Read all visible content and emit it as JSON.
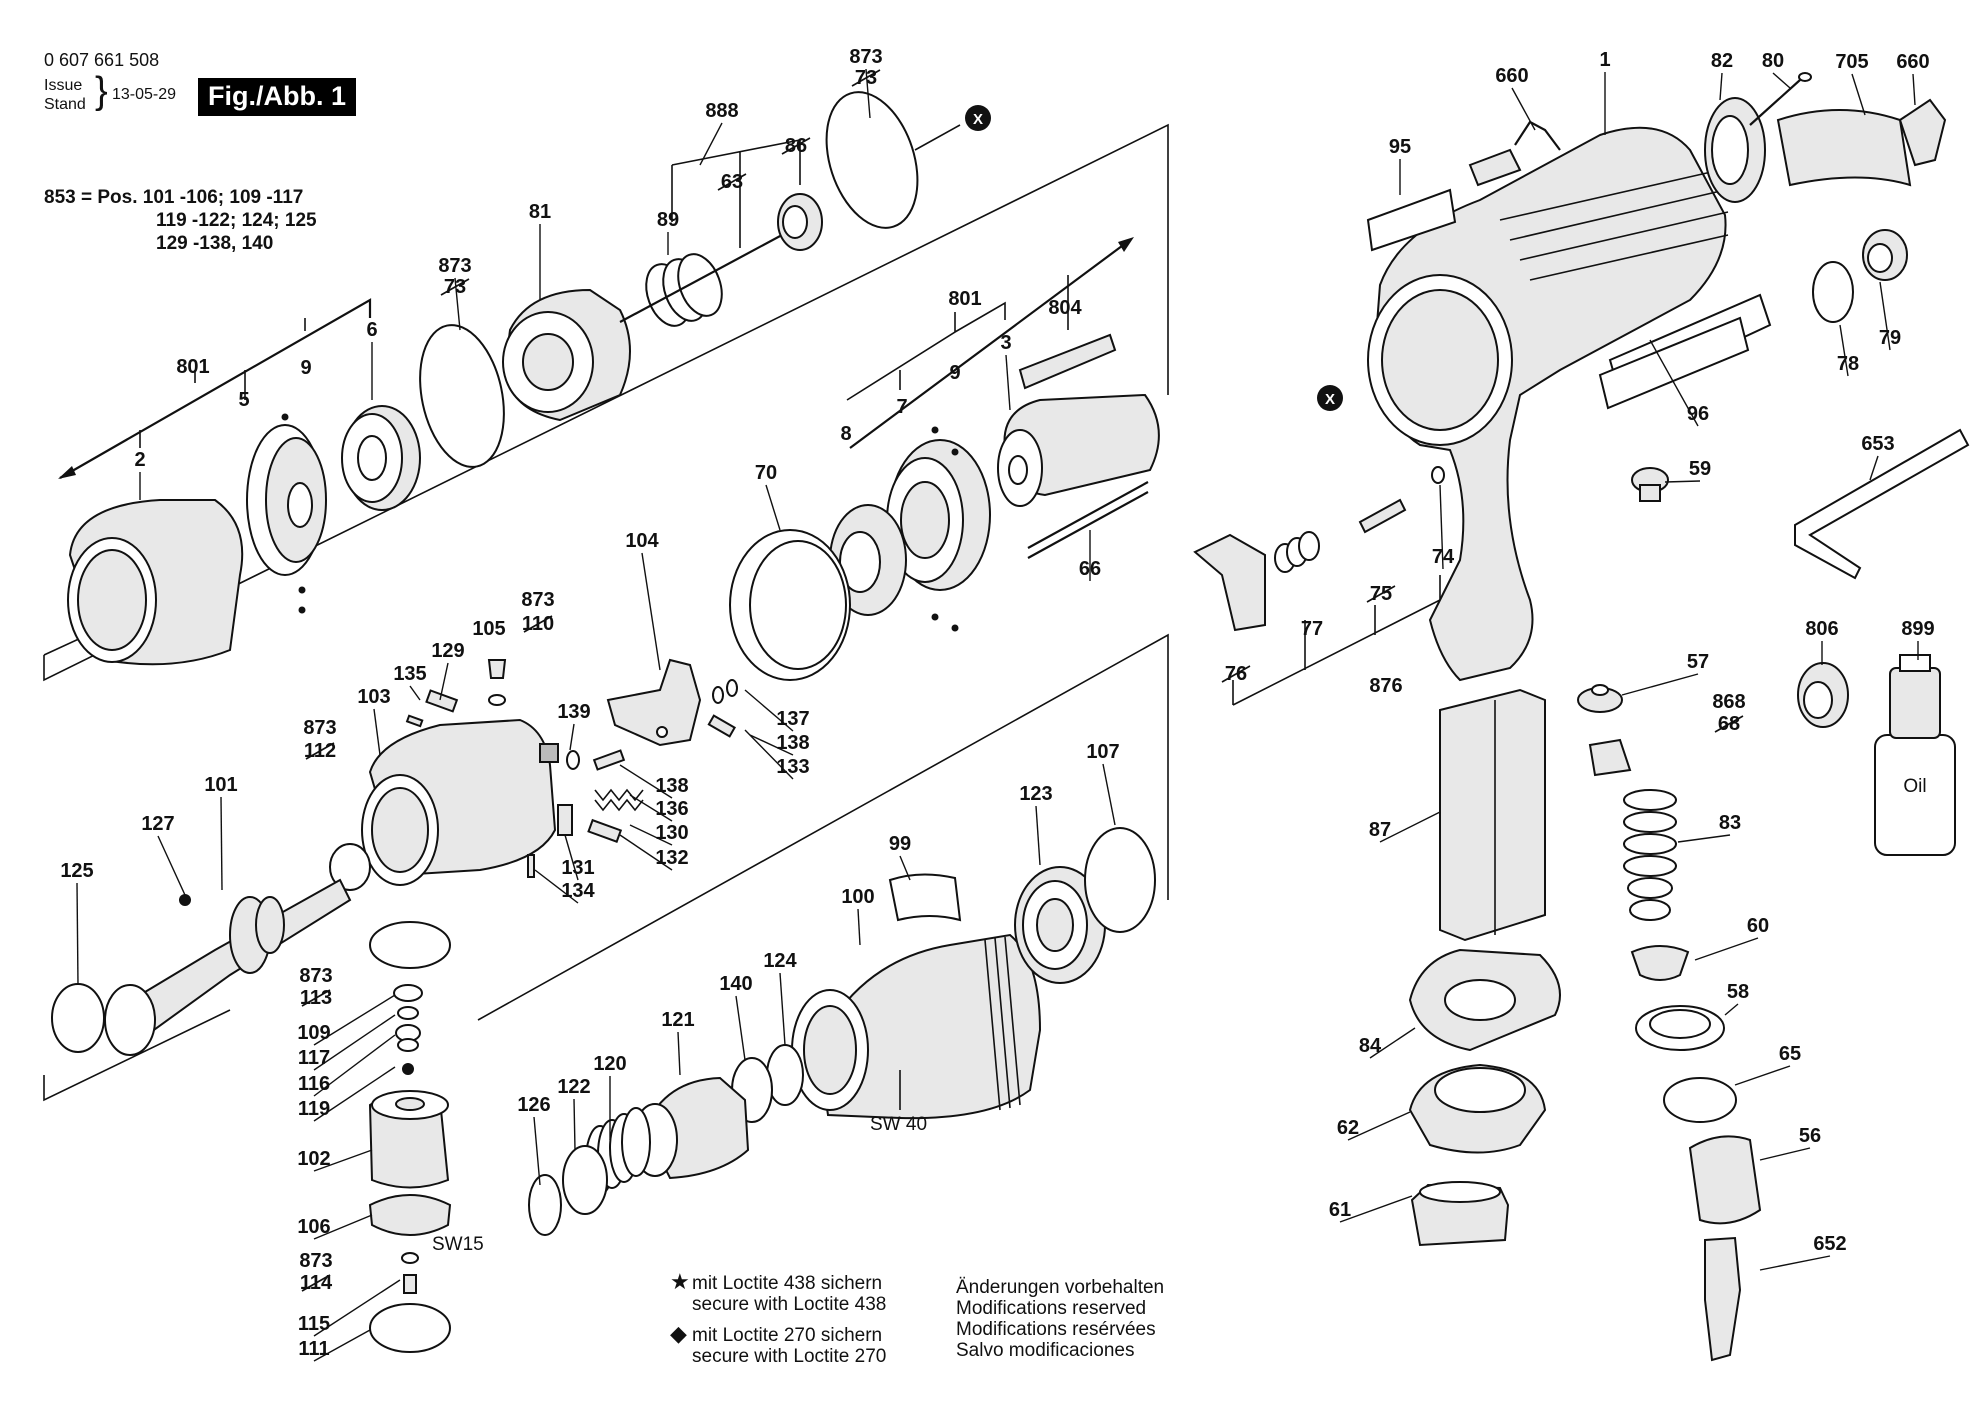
{
  "header": {
    "doc_number": "0 607 661 508",
    "issue_label_1": "Issue",
    "issue_label_2": "Stand",
    "issue_date": "13-05-29",
    "figure_label": "Fig./Abb. 1"
  },
  "kit": {
    "line1": "853  = Pos. 101 -106; 109 -117",
    "line2": "119 -122; 124; 125",
    "line3": "129 -138, 140"
  },
  "notes": {
    "star_de": "mit Loctite 438 sichern",
    "star_en": "secure with Loctite 438",
    "diamond_de": "mit Loctite 270 sichern",
    "diamond_en": "secure with Loctite 270",
    "mod_de": "Änderungen vorbehalten",
    "mod_en": "Modifications reserved",
    "mod_fr": "Modifications resérvées",
    "mod_es": "Salvo modificaciones"
  },
  "labels": {
    "sw40": "SW 40",
    "sw15": "SW15",
    "oil": "Oil",
    "x_marker": "X"
  },
  "callouts": [
    "873",
    "73",
    "888",
    "86",
    "63",
    "89",
    "81",
    "873",
    "73",
    "801",
    "5",
    "9",
    "6",
    "2",
    "801",
    "804",
    "9",
    "3",
    "8",
    "7",
    "70",
    "66",
    "104",
    "873",
    "110",
    "105",
    "129",
    "135",
    "103",
    "139",
    "137",
    "138",
    "133",
    "138",
    "136",
    "130",
    "131",
    "132",
    "134",
    "873",
    "112",
    "101",
    "127",
    "125",
    "873",
    "113",
    "109",
    "117",
    "116",
    "119",
    "102",
    "106",
    "873",
    "114",
    "115",
    "111",
    "99",
    "100",
    "123",
    "107",
    "124",
    "140",
    "121",
    "120",
    "122",
    "126",
    "660",
    "1",
    "82",
    "80",
    "705",
    "660",
    "95",
    "79",
    "78",
    "96",
    "59",
    "653",
    "74",
    "77",
    "75",
    "76",
    "876",
    "806",
    "899",
    "57",
    "868",
    "68",
    "87",
    "83",
    "60",
    "58",
    "84",
    "65",
    "62",
    "56",
    "61",
    "652"
  ]
}
